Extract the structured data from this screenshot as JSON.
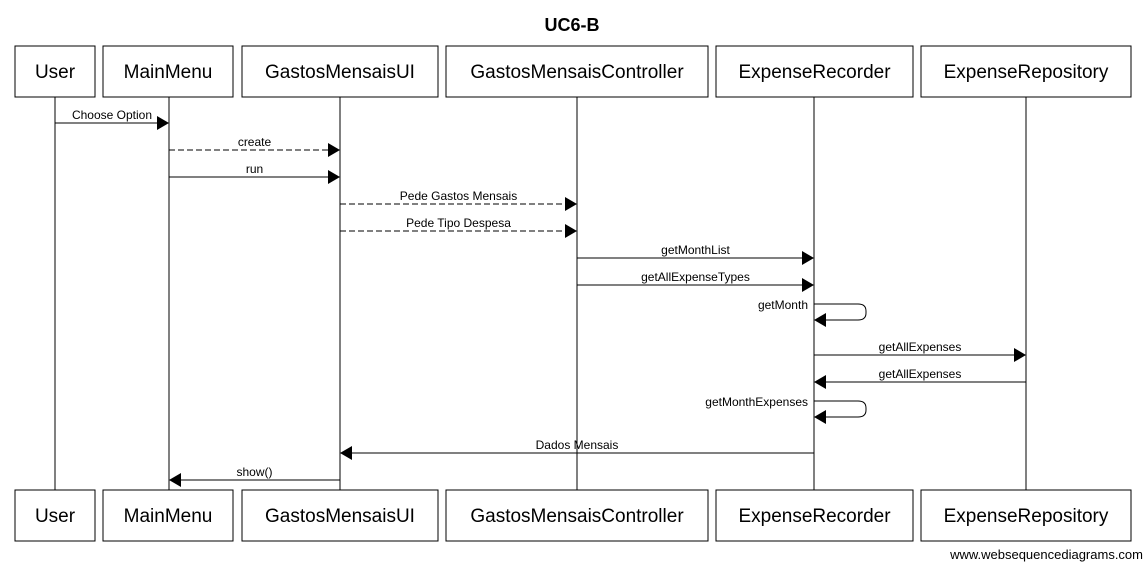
{
  "diagram": {
    "title": "UC6-B",
    "footer": "www.websequencediagrams.com",
    "participants": [
      {
        "id": "user",
        "label": "User"
      },
      {
        "id": "mainmenu",
        "label": "MainMenu"
      },
      {
        "id": "ui",
        "label": "GastosMensaisUI"
      },
      {
        "id": "controller",
        "label": "GastosMensaisController"
      },
      {
        "id": "recorder",
        "label": "ExpenseRecorder"
      },
      {
        "id": "repository",
        "label": "ExpenseRepository"
      }
    ],
    "messages": [
      {
        "from": "user",
        "to": "mainmenu",
        "label": "Choose Option",
        "style": "solid"
      },
      {
        "from": "mainmenu",
        "to": "ui",
        "label": "create",
        "style": "dashed"
      },
      {
        "from": "mainmenu",
        "to": "ui",
        "label": "run",
        "style": "solid"
      },
      {
        "from": "ui",
        "to": "controller",
        "label": "Pede Gastos Mensais",
        "style": "dashed"
      },
      {
        "from": "ui",
        "to": "controller",
        "label": "Pede Tipo Despesa",
        "style": "dashed"
      },
      {
        "from": "controller",
        "to": "recorder",
        "label": "getMonthList",
        "style": "solid"
      },
      {
        "from": "controller",
        "to": "recorder",
        "label": "getAllExpenseTypes",
        "style": "solid"
      },
      {
        "from": "recorder",
        "to": "recorder",
        "label": "getMonth",
        "style": "solid"
      },
      {
        "from": "recorder",
        "to": "repository",
        "label": "getAllExpenses",
        "style": "solid"
      },
      {
        "from": "repository",
        "to": "recorder",
        "label": "getAllExpenses",
        "style": "solid"
      },
      {
        "from": "recorder",
        "to": "recorder",
        "label": "getMonthExpenses",
        "style": "solid"
      },
      {
        "from": "recorder",
        "to": "ui",
        "label": "Dados Mensais",
        "style": "solid"
      },
      {
        "from": "ui",
        "to": "mainmenu",
        "label": "show()",
        "style": "solid"
      }
    ]
  }
}
